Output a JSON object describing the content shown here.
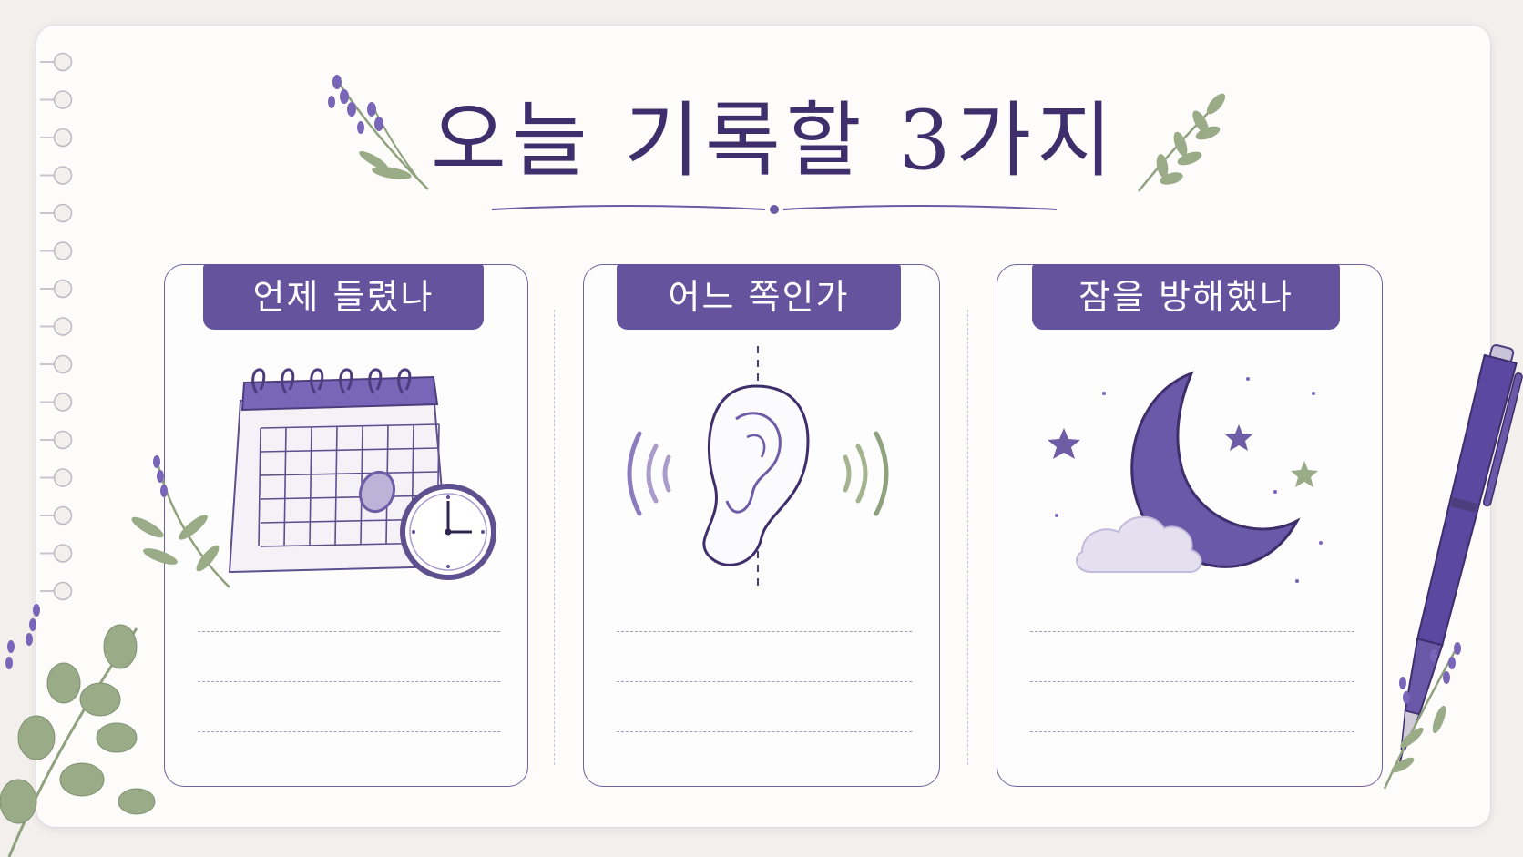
{
  "title": "오늘 기록할 3가지",
  "cards": [
    {
      "label": "언제 들렸나",
      "icon": "calendar-clock-icon"
    },
    {
      "label": "어느 쪽인가",
      "icon": "ear-icon"
    },
    {
      "label": "잠을 방해했나",
      "icon": "moon-cloud-icon"
    }
  ],
  "colors": {
    "accent": "#65539e",
    "title": "#3e2e6b",
    "leaf": "#8fa27e",
    "lavender": "#7a66b8",
    "paper": "#fdfcfb"
  }
}
